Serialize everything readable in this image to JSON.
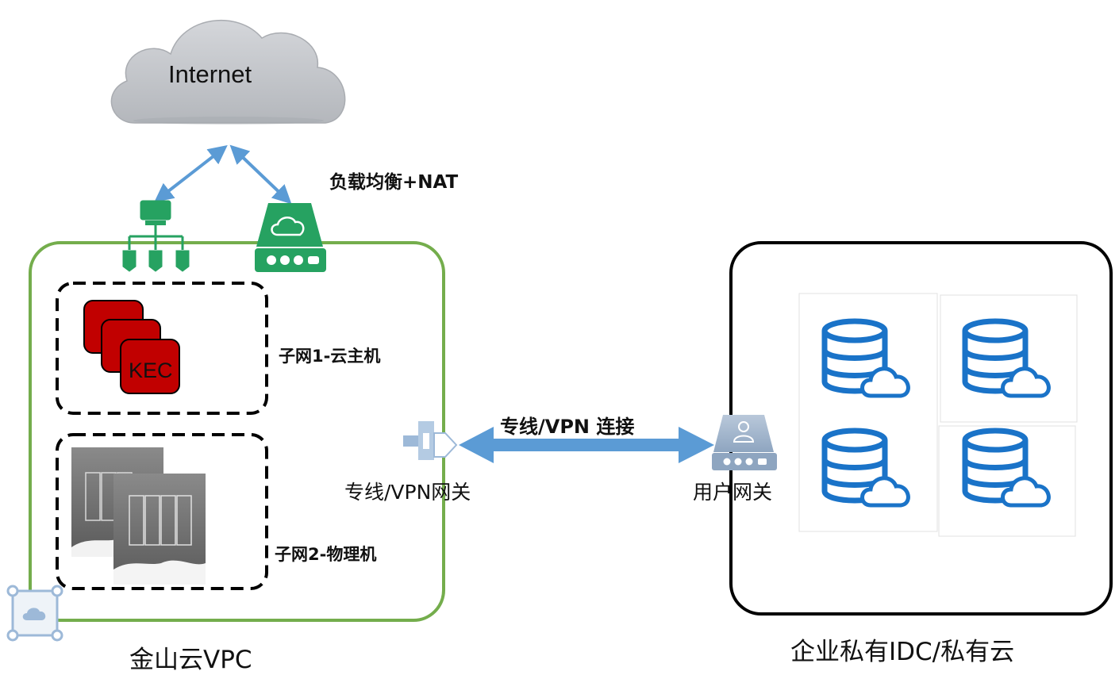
{
  "internet": {
    "label": "Internet"
  },
  "load_balancer": {
    "label": "负载均衡+NAT"
  },
  "subnet1": {
    "label": "子网1-云主机",
    "kec_label": "KEC"
  },
  "subnet2": {
    "label": "子网2-物理机"
  },
  "vpn_gateway": {
    "label": "专线/VPN网关"
  },
  "connection": {
    "label": "专线/VPN 连接"
  },
  "user_gateway": {
    "label": "用户网关"
  },
  "vpc": {
    "label": "金山云VPC"
  },
  "idc": {
    "label": "企业私有IDC/私有云"
  },
  "colors": {
    "vpc_border": "#74ad4c",
    "green_device": "#26a261",
    "kec_red": "#c10000",
    "arrow_blue": "#5b9bd5",
    "db_blue": "#1a73c8",
    "gateway_gray": "#9db1c9"
  }
}
